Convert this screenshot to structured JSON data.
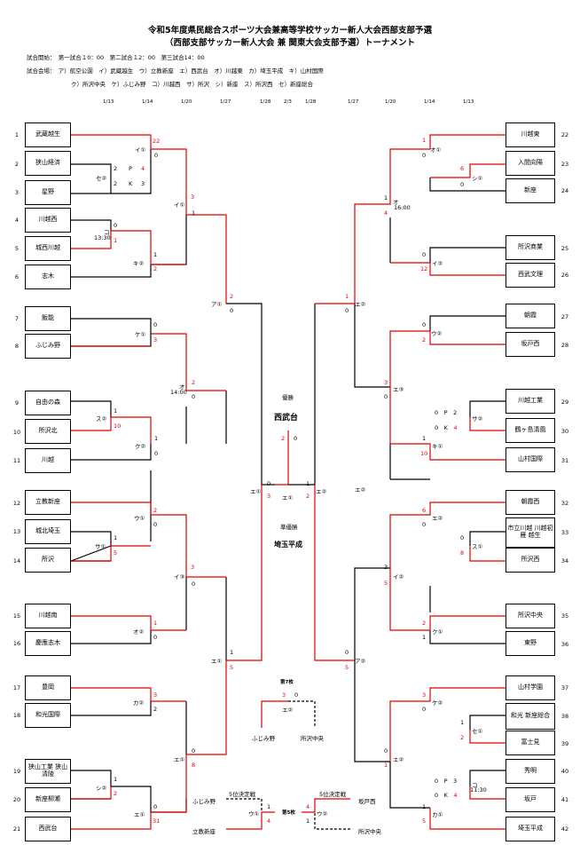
{
  "header": {
    "title1": "令和5年度県民総合スポーツ大会兼高等学校サッカー新人大会西部支部予選",
    "title2": "（西部支部サッカー新人大会 兼 関東大会支部予選）トーナメント",
    "start_times": "試合開始：　第一試合１0：00　第二試合１2：00　第三試合14：00",
    "venues1": "試合会場：　ア）航空公園　イ）武蔵越生　ウ）立教新座　エ）西武台　オ）川越東　カ）埼玉平成　キ）山村国際",
    "venues2": "ク）所沢中央　ケ）ふじみ野　コ）川越西　サ）所沢　シ）新座　ス）所沢西　セ）新座総合"
  },
  "dates": [
    "1/13",
    "1/14",
    "1/20",
    "1/27",
    "1/28",
    "2/3",
    "1/28",
    "1/27",
    "1/20",
    "1/14",
    "1/13"
  ],
  "left_teams": [
    {
      "no": "1",
      "name": "武蔵越生"
    },
    {
      "no": "2",
      "name": "狭山経済"
    },
    {
      "no": "3",
      "name": "星野"
    },
    {
      "no": "4",
      "name": "川越西"
    },
    {
      "no": "5",
      "name": "城西川越"
    },
    {
      "no": "6",
      "name": "志木"
    },
    {
      "no": "7",
      "name": "飯能"
    },
    {
      "no": "8",
      "name": "ふじみ野"
    },
    {
      "no": "9",
      "name": "自由の森"
    },
    {
      "no": "10",
      "name": "所沢北"
    },
    {
      "no": "11",
      "name": "川越"
    },
    {
      "no": "12",
      "name": "立教新座"
    },
    {
      "no": "13",
      "name": "城北埼玉"
    },
    {
      "no": "14",
      "name": "所沢"
    },
    {
      "no": "15",
      "name": "川越南"
    },
    {
      "no": "16",
      "name": "慶應志木"
    },
    {
      "no": "17",
      "name": "豊岡"
    },
    {
      "no": "18",
      "name": "和光国際"
    },
    {
      "no": "19",
      "name": "狭山工業 狭山清陵"
    },
    {
      "no": "20",
      "name": "新座柳瀬"
    },
    {
      "no": "21",
      "name": "西武台"
    }
  ],
  "right_teams": [
    {
      "no": "22",
      "name": "川越東"
    },
    {
      "no": "23",
      "name": "入間向陽"
    },
    {
      "no": "24",
      "name": "新座"
    },
    {
      "no": "25",
      "name": "所沢商業"
    },
    {
      "no": "26",
      "name": "西武文理"
    },
    {
      "no": "27",
      "name": "朝霞"
    },
    {
      "no": "28",
      "name": "坂戸西"
    },
    {
      "no": "29",
      "name": "川越工業"
    },
    {
      "no": "30",
      "name": "鶴ヶ島清風"
    },
    {
      "no": "31",
      "name": "山村国際"
    },
    {
      "no": "32",
      "name": "朝霞西"
    },
    {
      "no": "33",
      "name": "市立川越 川越初雁 越生"
    },
    {
      "no": "34",
      "name": "所沢西"
    },
    {
      "no": "35",
      "name": "所沢中央"
    },
    {
      "no": "36",
      "name": "東野"
    },
    {
      "no": "37",
      "name": "山村学園"
    },
    {
      "no": "38",
      "name": "和光 新座総合"
    },
    {
      "no": "39",
      "name": "富士見"
    },
    {
      "no": "40",
      "name": "秀明"
    },
    {
      "no": "41",
      "name": "坂戸"
    },
    {
      "no": "42",
      "name": "埼玉平成"
    }
  ],
  "center": {
    "winner_label": "優勝",
    "winner": "西武台",
    "runner_label": "準優勝",
    "runner": "埼玉平成",
    "final_venue_left": "エ①",
    "final_venue_mid": "エ①",
    "final_venue_right": "エ②",
    "final_score_left": "2",
    "final_score_right": "0",
    "third_label": "第7枚",
    "third_venue": "エ②",
    "third_left_team": "ふじみ野",
    "third_right_team": "所沢中央",
    "third_score_left": "3",
    "third_score_right": "0",
    "fifth_title_left": "5位決定戦",
    "fifth_title_right": "5位決定戦",
    "fifth_team_1": "ふじみ野",
    "fifth_team_2": "立教新座",
    "fifth_team_3": "坂戸西",
    "fifth_team_4": "所沢中央",
    "fifth_venue": "ウ①",
    "fifth_venue2": "ウ②",
    "fifth_mid_label": "第5枚"
  },
  "match_labels": [
    {
      "t": "イ①"
    },
    {
      "t": "セ②"
    },
    {
      "t": "P"
    },
    {
      "t": "K"
    },
    {
      "t": "コ"
    },
    {
      "t": "13:30"
    },
    {
      "t": "キ②"
    },
    {
      "t": "イ①"
    },
    {
      "t": "ア①"
    },
    {
      "t": "ケ①"
    },
    {
      "t": "オ"
    },
    {
      "t": "14:00"
    },
    {
      "t": "ス②"
    },
    {
      "t": "ク②"
    },
    {
      "t": "ウ①"
    },
    {
      "t": "サ①"
    },
    {
      "t": "イ③"
    },
    {
      "t": "オ②"
    },
    {
      "t": "エ①"
    },
    {
      "t": "カ②"
    },
    {
      "t": "シ②"
    },
    {
      "t": "エ①"
    },
    {
      "t": "エ①"
    },
    {
      "t": "オ①"
    },
    {
      "t": "シ①"
    },
    {
      "t": "オ"
    },
    {
      "t": "16:00"
    },
    {
      "t": "イ②"
    },
    {
      "t": "エ②"
    },
    {
      "t": "ウ②"
    },
    {
      "t": "エ③"
    },
    {
      "t": "サ②"
    },
    {
      "t": "キ①"
    },
    {
      "t": "エ②"
    },
    {
      "t": "ス①"
    },
    {
      "t": "イ②"
    },
    {
      "t": "ク①"
    },
    {
      "t": "ア②"
    },
    {
      "t": "ケ②"
    },
    {
      "t": "セ①"
    },
    {
      "t": "エ②"
    },
    {
      "t": "コ"
    },
    {
      "t": "11:30"
    },
    {
      "t": "カ①"
    }
  ]
}
